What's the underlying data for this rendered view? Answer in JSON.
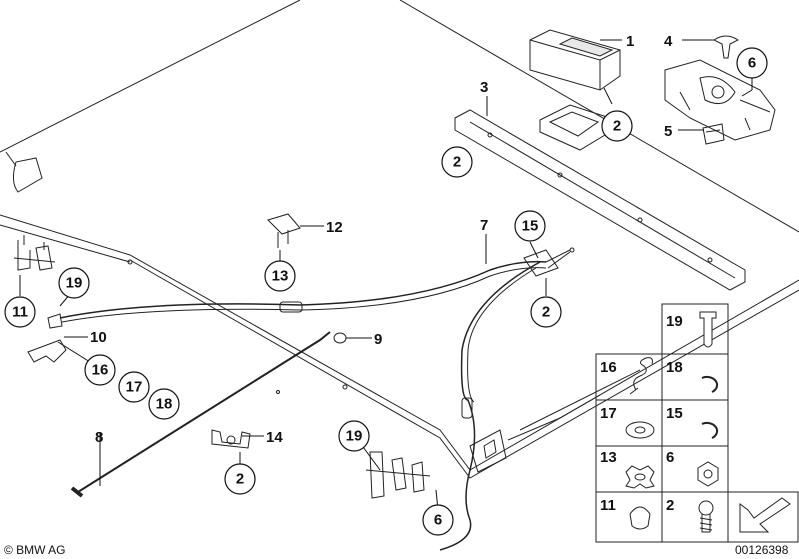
{
  "callouts": {
    "c1": "1",
    "c2a": "2",
    "c2b": "2",
    "c2c": "2",
    "c2d": "2",
    "c3": "3",
    "c4": "4",
    "c5": "5",
    "c6a": "6",
    "c6b": "6",
    "c7": "7",
    "c8": "8",
    "c9": "9",
    "c10": "10",
    "c11": "11",
    "c12": "12",
    "c13": "13",
    "c14": "14",
    "c15": "15",
    "c16": "16",
    "c17": "17",
    "c18": "18",
    "c19a": "19",
    "c19b": "19"
  },
  "legend": {
    "l19": "19",
    "l16": "16",
    "l18": "18",
    "l17": "17",
    "l15": "15",
    "l13": "13",
    "l6": "6",
    "l11": "11",
    "l2": "2"
  },
  "footer": {
    "brand": "© BMW AG",
    "diagram_number": "00126398"
  }
}
